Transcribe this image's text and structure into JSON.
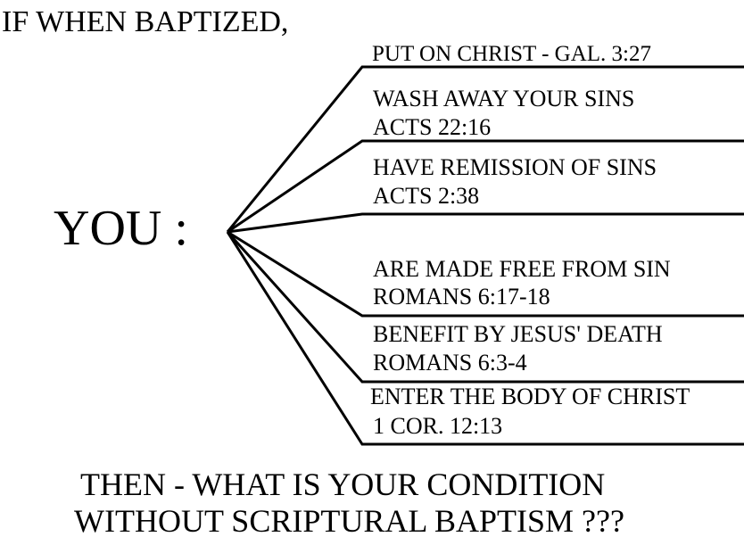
{
  "heading": "IF WHEN BAPTIZED,",
  "subject": "YOU :",
  "branches": [
    {
      "line1": "PUT ON CHRIST  - GAL. 3:27",
      "line2": ""
    },
    {
      "line1": "WASH AWAY YOUR SINS",
      "line2": "ACTS 22:16"
    },
    {
      "line1": "HAVE REMISSION OF SINS",
      "line2": "ACTS 2:38"
    },
    {
      "line1": "",
      "line2": ""
    },
    {
      "line1": "ARE MADE FREE FROM SIN",
      "line2": "ROMANS 6:17-18"
    },
    {
      "line1": "BENEFIT BY JESUS' DEATH",
      "line2": "ROMANS 6:3-4"
    },
    {
      "line1": "ENTER THE BODY OF CHRIST",
      "line2": "1 COR. 12:13"
    }
  ],
  "question": {
    "line1": "THEN - WHAT IS YOUR CONDITION",
    "line2": "WITHOUT SCRIPTURAL BAPTISM ???"
  },
  "colors": {
    "ink": "#000000",
    "background": "#ffffff"
  }
}
